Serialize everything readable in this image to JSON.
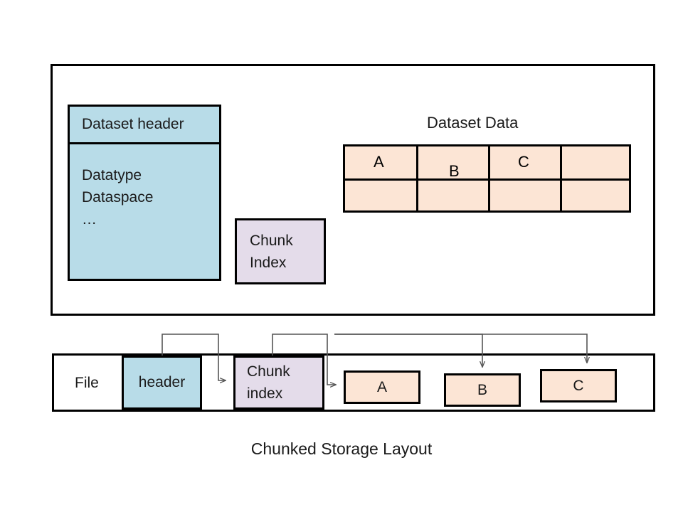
{
  "diagram": {
    "caption": "Chunked Storage Layout",
    "colors": {
      "header_blue": "#b8dce8",
      "index_lavender": "#e4dcea",
      "chunk_peach": "#fce5d5",
      "stroke": "#000000",
      "background": "#ffffff"
    },
    "top_panel": {
      "dataset_header": {
        "title": "Dataset header",
        "properties": [
          "Datatype",
          "Dataspace",
          "…"
        ]
      },
      "chunk_index": {
        "line1": "Chunk",
        "line2": "Index"
      },
      "dataset_data": {
        "caption": "Dataset Data",
        "rows": 2,
        "columns": 4,
        "cells": [
          [
            "A",
            "B",
            "C",
            ""
          ],
          [
            "",
            "",
            "",
            ""
          ]
        ]
      }
    },
    "bottom_panel": {
      "file_label": "File",
      "header_label": "header",
      "chunk_index": {
        "line1": "Chunk",
        "line2": "index"
      },
      "chunks": [
        {
          "label": "A"
        },
        {
          "label": "B"
        },
        {
          "label": "C"
        }
      ]
    },
    "connectors": [
      {
        "from": "header",
        "to": "chunk-index"
      },
      {
        "from": "chunk-index",
        "to": "chunk-a"
      },
      {
        "from": "chunk-index",
        "to": "chunk-b"
      },
      {
        "from": "chunk-index",
        "to": "chunk-c"
      }
    ]
  }
}
